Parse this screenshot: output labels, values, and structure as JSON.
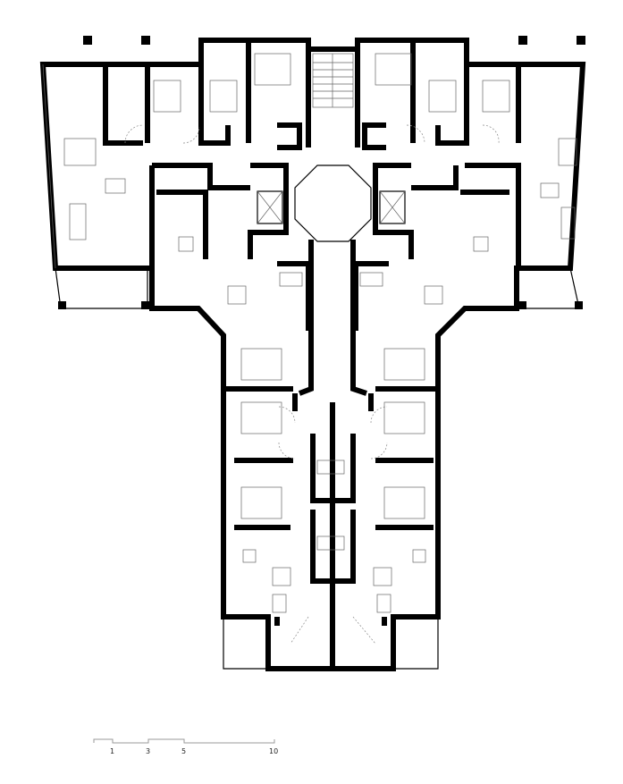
{
  "drawing": {
    "type": "floor-plan",
    "scale_bar": {
      "unit_labels": [
        "1",
        "3",
        "5",
        "10"
      ]
    }
  }
}
